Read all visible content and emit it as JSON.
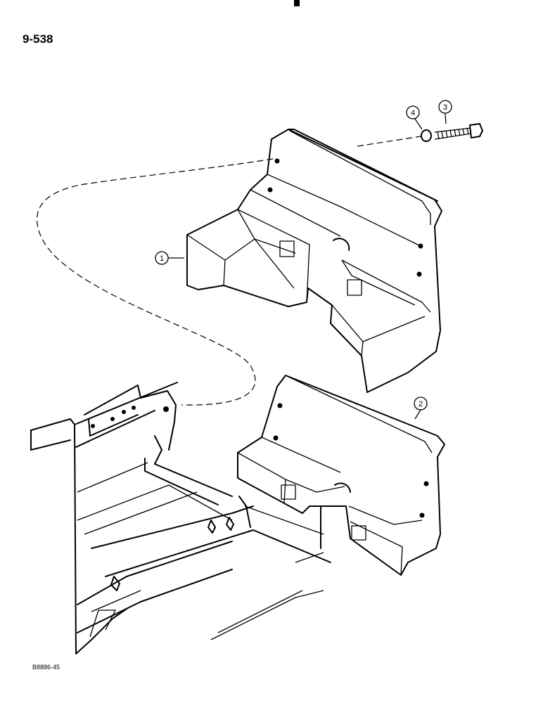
{
  "page": {
    "number": "9-538",
    "ref_code": "B8886-45"
  },
  "callouts": [
    {
      "label": "1"
    },
    {
      "label": "2"
    },
    {
      "label": "3"
    },
    {
      "label": "4"
    }
  ]
}
